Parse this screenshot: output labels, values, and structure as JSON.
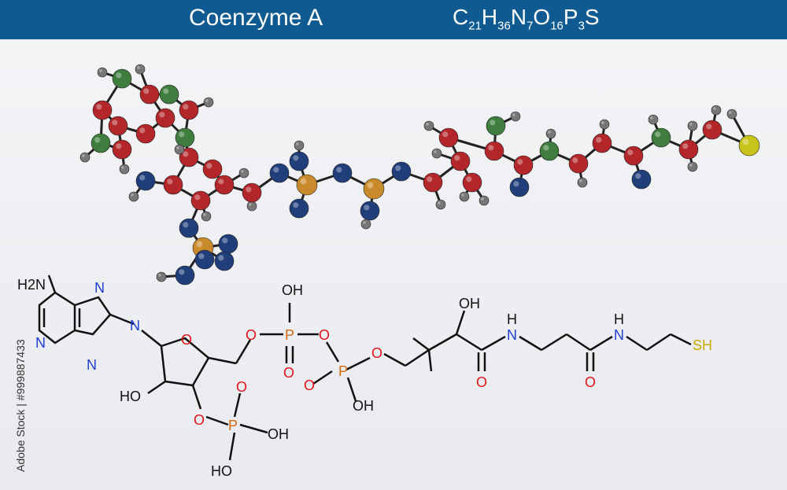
{
  "title": {
    "name": "Coenzyme A",
    "formula_parts": [
      "C",
      "21",
      "H",
      "36",
      "N",
      "7",
      "O",
      "16",
      "P",
      "3",
      "S"
    ]
  },
  "watermark": {
    "side_text": "Adobe Stock | #999887433",
    "brand": "Adobe Stock"
  },
  "colors": {
    "header": "#0f5a91",
    "carbon": "#b3262a",
    "nitrogen_3d": "#3f7d3f",
    "oxygen_3d": "#1f3e7a",
    "phosphorus": "#c98a2b",
    "sulfur": "#c8c31a",
    "hydrogen": "#777777"
  },
  "structure_labels": {
    "amine": "H2N",
    "n1": "N",
    "n2": "N",
    "n3": "N",
    "n4": "N",
    "ring_o": "O",
    "ho_sugar": "HO",
    "o_link1": "O",
    "o_link2": "O",
    "oh_p1_top": "OH",
    "o_p1_bottom": "O",
    "p1": "P",
    "p2": "P",
    "o_p2_left": "O",
    "oh_p2": "OH",
    "o_p2_right": "O",
    "oh_panto": "OH",
    "nh1": "H",
    "nh1_n": "N",
    "o_amide1": "O",
    "nh2": "H",
    "nh2_n": "N",
    "o_amide2": "O",
    "sh": "SH",
    "o_phos3": "O",
    "p3": "P",
    "o_p3_top": "O",
    "oh_p3_right": "OH",
    "oh_p3_bottom": "HO"
  }
}
